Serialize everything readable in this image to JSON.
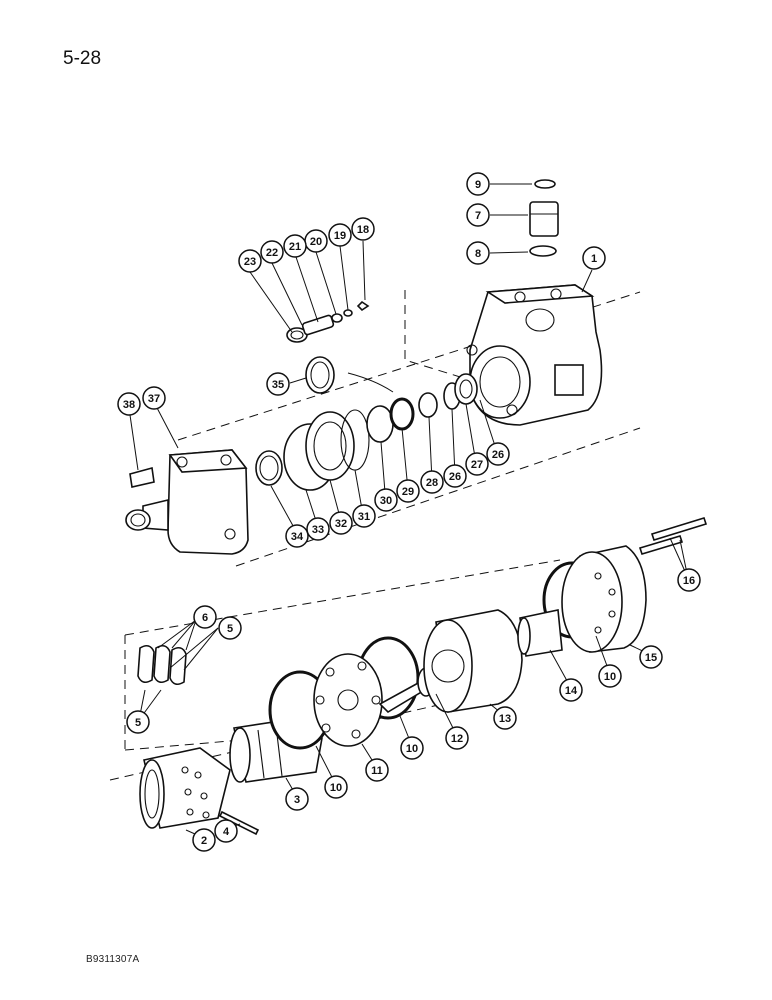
{
  "page": {
    "page_number": "5-28",
    "figure_code": "B9311307A"
  },
  "callouts": [
    "9",
    "7",
    "8",
    "1",
    "18",
    "19",
    "20",
    "21",
    "22",
    "23",
    "35",
    "38",
    "37",
    "34",
    "33",
    "32",
    "31",
    "30",
    "29",
    "28",
    "26",
    "27",
    "26",
    "6",
    "5",
    "5",
    "16",
    "15",
    "10",
    "14",
    "13",
    "12",
    "10",
    "11",
    "10",
    "3",
    "2",
    "4"
  ],
  "colors": {
    "ink": "#111111",
    "paper": "#ffffff"
  }
}
